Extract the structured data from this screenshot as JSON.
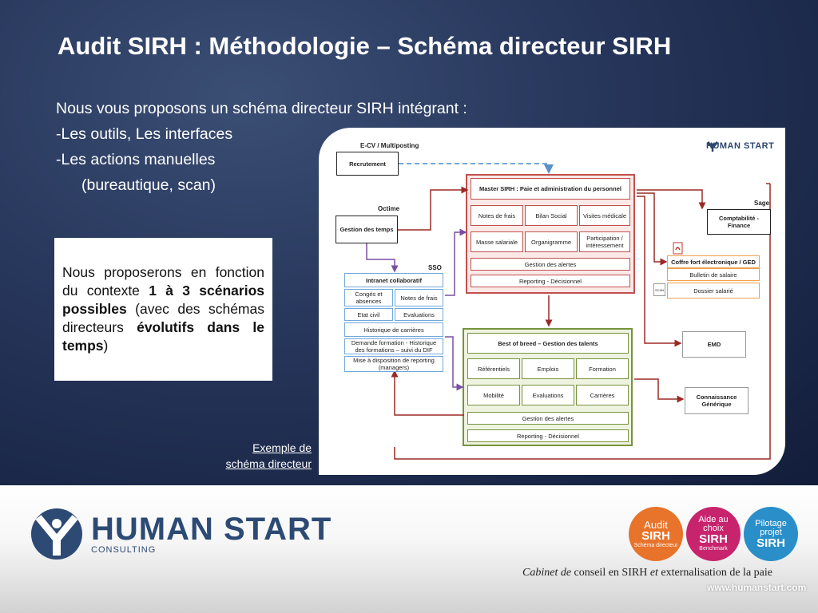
{
  "title": "Audit SIRH : Méthodologie – Schéma directeur SIRH",
  "intro": {
    "line1": "Nous vous proposons un schéma directeur SIRH  intégrant :",
    "line2": "-Les outils, Les interfaces",
    "line3": "-Les actions manuelles",
    "line4": "(bureautique, scan)"
  },
  "note": {
    "part1": "Nous proposerons en fonction du contexte ",
    "bold1": "1 à 3 scénarios possibles",
    "part2": " (avec des schémas directeurs ",
    "bold2": "évolutifs dans le temps",
    "part3": ")"
  },
  "caption": {
    "line1": "Exemple de",
    "line2": "schéma directeur"
  },
  "diagram": {
    "logo": "HUMAN START",
    "labels": {
      "ecv": "E-CV / Multiposting",
      "octime": "Octime",
      "sso": "SSO",
      "sage": "Sage"
    },
    "recrutement": "Recrutement",
    "gestion_temps": "Gestion des temps",
    "master": {
      "title": "Master SIRH : Paie et administration du personnel",
      "cells": [
        "Notes de frais",
        "Bilan Social",
        "Visites médicale",
        "Masse salariale",
        "Organigramme",
        "Participation / intéressement"
      ],
      "alertes": "Gestion des alertes",
      "reporting": "Reporting - Décisionnel"
    },
    "intranet": {
      "title": "Intranet collaboratif",
      "cells": [
        "Congés et absences",
        "Notes de frais",
        "Etat civil",
        "Evaluations"
      ],
      "historique": "Historique de carrières",
      "formation": "Demande formation - Historique des formations – suivi du DIF",
      "reporting": "Mise à disposition de reporting (managers)"
    },
    "comptabilite": "Comptabilité - Finance",
    "coffre": {
      "title": "Coffre fort électronique / GED",
      "bulletin": "Bulletin de salaire",
      "dossier": "Dossier salarié",
      "scan": "SCAN"
    },
    "emd": "EMD",
    "talents": {
      "title": "Best of breed – Gestion des talents",
      "cells": [
        "Référentiels",
        "Emplois",
        "Formation",
        "Mobilité",
        "Evaluations",
        "Carrières"
      ],
      "alertes": "Gestion des alertes",
      "reporting": "Reporting - Décisionnel"
    },
    "connaissance": "Connaissance Générique"
  },
  "footer": {
    "logo_name": "HUMAN START",
    "logo_sub": "CONSULTING",
    "circles": [
      {
        "l1": "Audit",
        "l2": "SIRH",
        "l3": "Schéma directeur",
        "color": "#e8732a"
      },
      {
        "l1": "Aide au choix",
        "l2": "SIRH",
        "l3": "Benchmark",
        "color": "#c8246e"
      },
      {
        "l1": "Pilotage projet",
        "l2": "SIRH",
        "l3": "",
        "color": "#2a8fc9"
      }
    ],
    "tagline_i1": "Cabinet de",
    "tagline_t1": " conseil en SIRH ",
    "tagline_i2": "et",
    "tagline_t2": " externalisation de la paie",
    "url": "www.humanstart.com"
  }
}
